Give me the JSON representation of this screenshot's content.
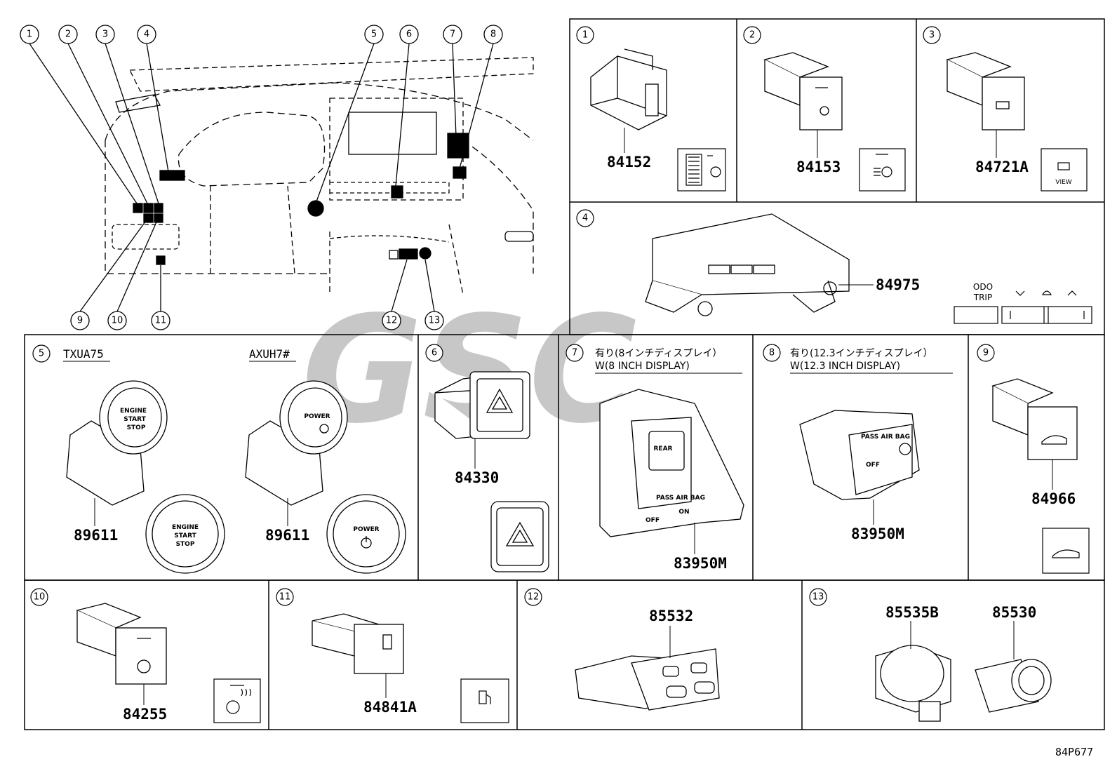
{
  "overview_callouts": [
    "1",
    "2",
    "3",
    "4",
    "5",
    "6",
    "7",
    "8",
    "9",
    "10",
    "11",
    "12",
    "13"
  ],
  "panels": [
    {
      "num": "1",
      "parts": [
        "84152"
      ]
    },
    {
      "num": "2",
      "parts": [
        "84153"
      ]
    },
    {
      "num": "3",
      "parts": [
        "84721A"
      ],
      "icon_text": "VIEW"
    },
    {
      "num": "4",
      "parts": [
        "84975"
      ],
      "icon_text_1": "ODO",
      "icon_text_2": "TRIP"
    },
    {
      "num": "5",
      "parts": [
        "89611",
        "89611"
      ],
      "variant_1": "TXUA75",
      "variant_2": "AXUH7#",
      "button_1": [
        "ENGINE",
        "START",
        "STOP"
      ],
      "button_2": "POWER"
    },
    {
      "num": "6",
      "parts": [
        "84330"
      ]
    },
    {
      "num": "7",
      "parts": [
        "83950M"
      ],
      "note_1": "有り(8インチディスプレイ）",
      "note_2": "W(8 INCH DISPLAY)",
      "label_rear": "REAR",
      "label_bag": "PASS AIR BAG",
      "label_off": "OFF",
      "label_on": "ON"
    },
    {
      "num": "8",
      "parts": [
        "83950M"
      ],
      "note_1": "有り(12.3インチディスプレイ）",
      "note_2": "W(12.3 INCH DISPLAY)",
      "label_bag": "PASS AIR BAG",
      "label_off": "OFF"
    },
    {
      "num": "9",
      "parts": [
        "84966"
      ]
    },
    {
      "num": "10",
      "parts": [
        "84255"
      ]
    },
    {
      "num": "11",
      "parts": [
        "84841A"
      ]
    },
    {
      "num": "12",
      "parts": [
        "85532"
      ]
    },
    {
      "num": "13",
      "parts": [
        "85535B",
        "85530"
      ]
    }
  ],
  "diagram_code": "84P677",
  "watermark": "GSC"
}
